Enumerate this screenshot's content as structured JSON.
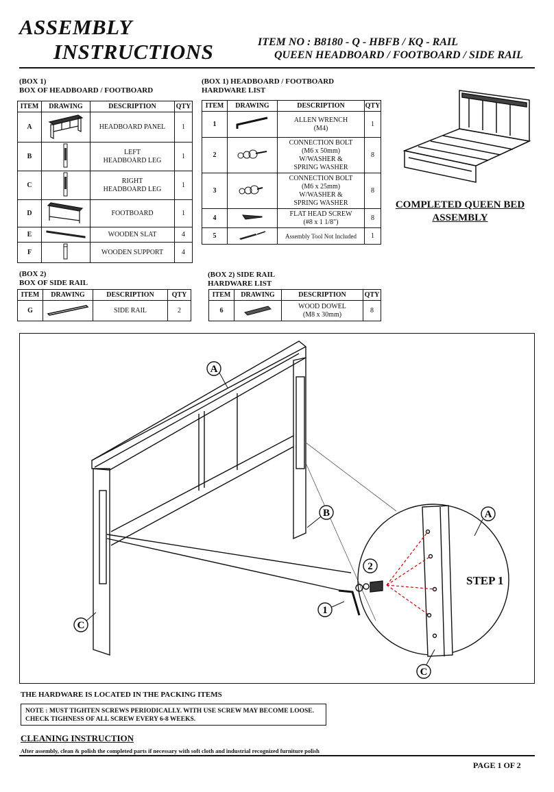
{
  "header": {
    "title_line1": "ASSEMBLY",
    "title_line2": "INSTRUCTIONS",
    "item_no": "ITEM NO : B8180 - Q - HBFB / KQ - RAIL",
    "item_desc": "QUEEN HEADBOARD / FOOTBOARD / SIDE RAIL"
  },
  "box1": {
    "label_line1": "(BOX 1)",
    "label_line2": "BOX OF HEADBOARD / FOOTBOARD",
    "columns": [
      "ITEM",
      "DRAWING",
      "DESCRIPTION",
      "QTY"
    ],
    "rows": [
      {
        "item": "A",
        "desc1": "HEADBOARD PANEL",
        "desc2": "",
        "qty": "1"
      },
      {
        "item": "B",
        "desc1": "LEFT",
        "desc2": "HEADBOARD LEG",
        "qty": "1"
      },
      {
        "item": "C",
        "desc1": "RIGHT",
        "desc2": "HEADBOARD LEG",
        "qty": "1"
      },
      {
        "item": "D",
        "desc1": "FOOTBOARD",
        "desc2": "",
        "qty": "1"
      },
      {
        "item": "E",
        "desc1": "WOODEN SLAT",
        "desc2": "",
        "qty": "4"
      },
      {
        "item": "F",
        "desc1": "WOODEN SUPPORT",
        "desc2": "",
        "qty": "4"
      }
    ]
  },
  "box1_hardware": {
    "label_line1": "(BOX 1) HEADBOARD / FOOTBOARD",
    "label_line2": "HARDWARE LIST",
    "columns": [
      "ITEM",
      "DRAWING",
      "DESCRIPTION",
      "QTY"
    ],
    "rows": [
      {
        "item": "1",
        "desc": [
          "ALLEN WRENCH",
          "(M4)"
        ],
        "qty": "1"
      },
      {
        "item": "2",
        "desc": [
          "CONNECTION BOLT",
          "(M6 x 50mm)",
          "W/WASHER &",
          "SPRING WASHER"
        ],
        "qty": "8"
      },
      {
        "item": "3",
        "desc": [
          "CONNECTION BOLT",
          "(M6 x 25mm)",
          "W/WASHER &",
          "SPRING WASHER"
        ],
        "qty": "8"
      },
      {
        "item": "4",
        "desc": [
          "FLAT HEAD SCREW",
          "(#8 x 1 1/8\")"
        ],
        "qty": "8"
      },
      {
        "item": "5",
        "desc": [
          "Assembly Tool Not Included"
        ],
        "qty": "1"
      }
    ]
  },
  "box2": {
    "label_line1": "(BOX 2)",
    "label_line2": "BOX OF SIDE RAIL",
    "columns": [
      "ITEM",
      "DRAWING",
      "DESCRIPTION",
      "QTY"
    ],
    "rows": [
      {
        "item": "G",
        "desc": "SIDE RAIL",
        "qty": "2"
      }
    ]
  },
  "box2_hardware": {
    "label_line1": "(BOX 2) SIDE RAIL",
    "label_line2": "HARDWARE LIST",
    "columns": [
      "ITEM",
      "DRAWING",
      "DESCRIPTION",
      "QTY"
    ],
    "rows": [
      {
        "item": "6",
        "desc": [
          "WOOD DOWEL",
          "(M8 x 30mm)"
        ],
        "qty": "8"
      }
    ]
  },
  "completed": {
    "line1": "COMPLETED QUEEN BED",
    "line2": "ASSEMBLY"
  },
  "diagram": {
    "step": "STEP 1",
    "callouts": {
      "a": "A",
      "b": "B",
      "c": "C",
      "one": "1",
      "two": "2"
    }
  },
  "footer": {
    "hardware_note": "THE HARDWARE IS LOCATED IN THE PACKING ITEMS",
    "note_line1": "NOTE : MUST TIGHTEN SCREWS PERIODICALLY. WITH USE SCREW MAY BECOME LOOSE.",
    "note_line2": "CHECK TIGHNESS OF ALL SCREW EVERY 6-8 WEEKS.",
    "cleaning_title": "CLEANING INSTRUCTION",
    "cleaning_text": "After assembly, clean & polish the completed parts if necessary with soft cloth and industrial recognized furniture polish",
    "page": "PAGE 1 OF 2"
  }
}
